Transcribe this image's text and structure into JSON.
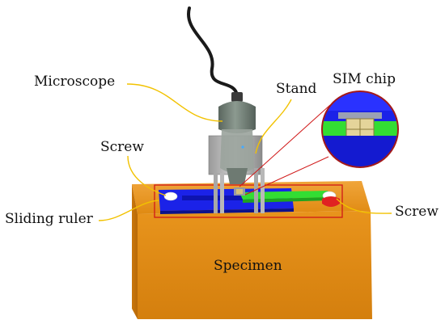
{
  "labels": {
    "microscope": "Microscope",
    "stand": "Stand",
    "sim_chip": "SIM chip",
    "screw_left": "Screw",
    "screw_right": "Screw",
    "sliding_ruler": "Sliding ruler",
    "specimen": "Specimen"
  },
  "colors": {
    "specimen": "#e08a12",
    "ruler": "#1b22e8",
    "strip": "#33dd33",
    "microscope": "#707e74",
    "leader": "#f2c200",
    "highlight": "#d01818",
    "cable": "#1a1a1a"
  }
}
